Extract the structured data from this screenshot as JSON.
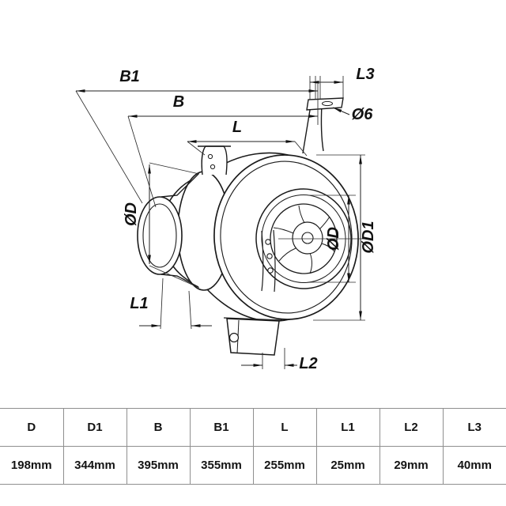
{
  "drawing": {
    "labels": {
      "b1": "B1",
      "b": "B",
      "l": "L",
      "l3": "L3",
      "dia6": "Ø6",
      "diaD_left": "ØD",
      "diaD_right": "ØD",
      "diaD1": "ØD1",
      "l1": "L1",
      "l2": "L2"
    }
  },
  "table": {
    "headers": [
      "D",
      "D1",
      "B",
      "B1",
      "L",
      "L1",
      "L2",
      "L3"
    ],
    "values": [
      "198mm",
      "344mm",
      "395mm",
      "355mm",
      "255mm",
      "25mm",
      "29mm",
      "40mm"
    ]
  }
}
